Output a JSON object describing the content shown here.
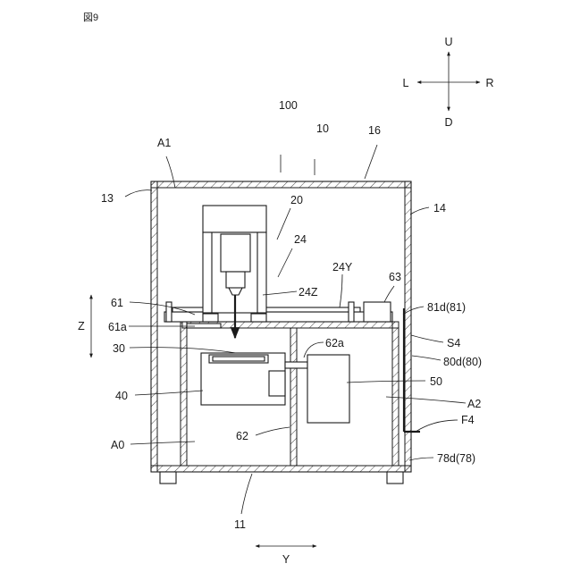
{
  "figure_label": "図9",
  "directions": {
    "up": "U",
    "down": "D",
    "left": "L",
    "right": "R",
    "y_axis": "Y",
    "z_axis": "Z"
  },
  "labels": {
    "machine": "100",
    "cover": "10",
    "top_wall": "16",
    "upper_area": "A1",
    "left_wall": "13",
    "right_wall": "14",
    "spindle_unit": "20",
    "moving_unit": "24",
    "y_mover": "24Y",
    "z_mover": "24Z",
    "rail_block": "63",
    "table": "61",
    "table_part": "61a",
    "holder": "30",
    "hole_81d": "81d(81)",
    "shaft": "62a",
    "side_member": "S4",
    "hole_80d": "80d(80)",
    "case": "40",
    "control_box": "50",
    "right_area": "A2",
    "cable": "F4",
    "partition": "62",
    "lower_area": "A0",
    "hole_78d": "78d(78)",
    "base": "11"
  }
}
